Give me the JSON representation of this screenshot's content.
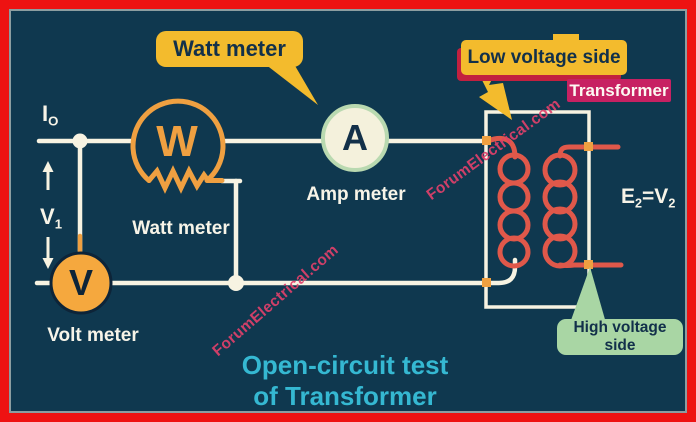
{
  "colors": {
    "background": "#0f384f",
    "border_red": "#ee1212",
    "wire_cream": "#f7f3e2",
    "meter_orange": "#efa041",
    "volt_fill": "#f5a83e",
    "coil_red": "#e0584a",
    "bubble_yellow": "#f3bb2d",
    "bubble_shadow_red": "#c2203f",
    "transformer_tag_magenta": "#c72162",
    "high_voltage_green": "#a9d6a4",
    "title_cyan": "#35b8d2",
    "watermark_red": "#e0406b",
    "amp_fill": "#f4f1dc",
    "amp_stroke": "#b9d9b0",
    "dark_text": "#12304a"
  },
  "callouts": {
    "watt_bubble": "Watt meter",
    "low_voltage": "Low voltage side",
    "transformer_tag": "Transformer",
    "high_voltage": "High voltage side"
  },
  "meters": {
    "watt": {
      "symbol": "W",
      "label": "Watt meter"
    },
    "amp": {
      "symbol": "A",
      "label": "Amp meter"
    },
    "volt": {
      "symbol": "V",
      "label": "Volt meter"
    }
  },
  "annotations": {
    "io": {
      "base": "I",
      "sub": "O"
    },
    "v1": {
      "base": "V",
      "sub": "1"
    },
    "e2v2": {
      "base1": "E",
      "sub1": "2",
      "base2": "=V",
      "sub2": "2"
    }
  },
  "title": {
    "line1": "Open-circuit test",
    "line2": "of Transformer"
  },
  "watermark": {
    "text": "ForumElectrical.com"
  }
}
